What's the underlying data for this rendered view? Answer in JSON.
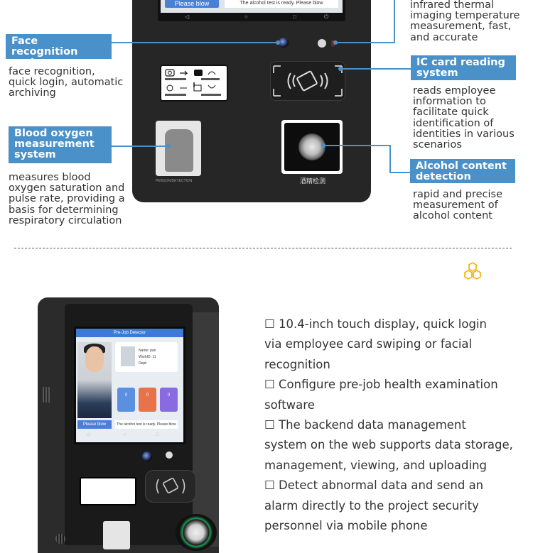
{
  "top_device": {
    "screen_button": "Please blow",
    "screen_message": "The alcohol test is ready. Please blow",
    "alcohol_panel_label": "酒精检测",
    "spo2_label": "PERSON/DETECTION"
  },
  "callouts": {
    "infrared": {
      "lines": [
        "infrared thermal",
        "imaging temperature",
        "measurement, fast,",
        "and accurate"
      ]
    },
    "face": {
      "title_lines": [
        "Face recognition",
        "system"
      ],
      "desc_lines": [
        "face recognition,",
        "quick login, automatic",
        "archiving"
      ]
    },
    "ic_card": {
      "title_lines": [
        "IC card reading",
        "system"
      ],
      "desc_lines": [
        "reads employee",
        "information to",
        "facilitate quick",
        "identification of",
        "identities in various",
        "scenarios"
      ]
    },
    "blood": {
      "title_lines": [
        "Blood oxygen",
        "measurement",
        "system"
      ],
      "desc_lines": [
        "measures blood",
        "oxygen saturation and",
        "pulse rate, providing a",
        "basis for determining",
        "respiratory circulation"
      ]
    },
    "alcohol": {
      "title_lines": [
        "Alcohol content",
        "detection system"
      ],
      "desc_lines": [
        "rapid and precise",
        "measurement of",
        "alcohol content"
      ]
    }
  },
  "bottom_device": {
    "screen_title": "Pre-Job Detector",
    "info_lines": [
      "Name: pan",
      "WorkID: 11",
      "Dept:"
    ],
    "tile_values": [
      "0",
      "0",
      "0"
    ],
    "blow_button": "Please blow",
    "ready_text": "The alcohol test is ready. Please blow"
  },
  "features": {
    "lines": [
      "☐ 10.4-inch touch display, quick login",
      "via employee card swiping or facial",
      "recognition",
      "☐ Configure pre-job health examination",
      "software",
      "☐ The backend data management",
      "system on the web supports data storage,",
      "management, viewing, and uploading",
      "☐ Detect abnormal data and send an",
      "alarm directly to the project security",
      "personnel via mobile phone"
    ]
  },
  "colors": {
    "accent": "#4a90c9",
    "device": "#262626",
    "honeycomb": "#f2b000"
  }
}
